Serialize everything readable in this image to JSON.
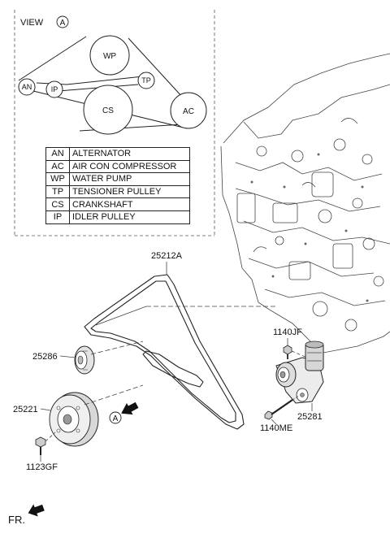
{
  "view": {
    "label": "VIEW",
    "ref": "A"
  },
  "pulleys": {
    "wp": "WP",
    "an": "AN",
    "ip": "IP",
    "tp": "TP",
    "cs": "CS",
    "ac": "AC"
  },
  "legend": [
    {
      "code": "AN",
      "name": "ALTERNATOR"
    },
    {
      "code": "AC",
      "name": "AIR CON COMPRESSOR"
    },
    {
      "code": "WP",
      "name": "WATER PUMP"
    },
    {
      "code": "TP",
      "name": "TENSIONER PULLEY"
    },
    {
      "code": "CS",
      "name": "CRANKSHAFT"
    },
    {
      "code": "IP",
      "name": "IDLER PULLEY"
    }
  ],
  "parts": {
    "belt": "25212A",
    "idler": "25286",
    "pulley": "25221",
    "bolt": "1123GF",
    "bolt_top": "1140JF",
    "bolt_bottom": "1140ME",
    "tensioner": "25281"
  },
  "view_marker": "A",
  "direction": {
    "label": "FR."
  }
}
